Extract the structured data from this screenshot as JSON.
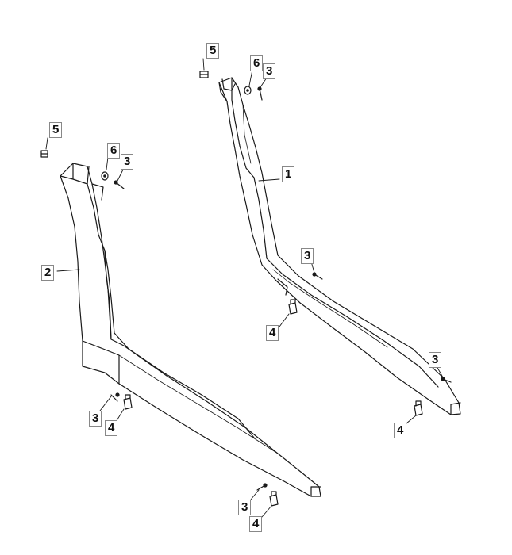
{
  "diagram": {
    "line_color": "#1a1a1a",
    "fill_color": "#ffffff",
    "shade_color": "#e8e8e8",
    "callouts": [
      {
        "id": "c1",
        "label": "1"
      },
      {
        "id": "c2",
        "label": "2"
      },
      {
        "id": "c3a",
        "label": "3"
      },
      {
        "id": "c3b",
        "label": "3"
      },
      {
        "id": "c3c",
        "label": "3"
      },
      {
        "id": "c3d",
        "label": "3"
      },
      {
        "id": "c3e",
        "label": "3"
      },
      {
        "id": "c3f",
        "label": "3"
      },
      {
        "id": "c4a",
        "label": "4"
      },
      {
        "id": "c4b",
        "label": "4"
      },
      {
        "id": "c4c",
        "label": "4"
      },
      {
        "id": "c4d",
        "label": "4"
      },
      {
        "id": "c5a",
        "label": "5"
      },
      {
        "id": "c5b",
        "label": "5"
      },
      {
        "id": "c6a",
        "label": "6"
      },
      {
        "id": "c6b",
        "label": "6"
      }
    ]
  }
}
